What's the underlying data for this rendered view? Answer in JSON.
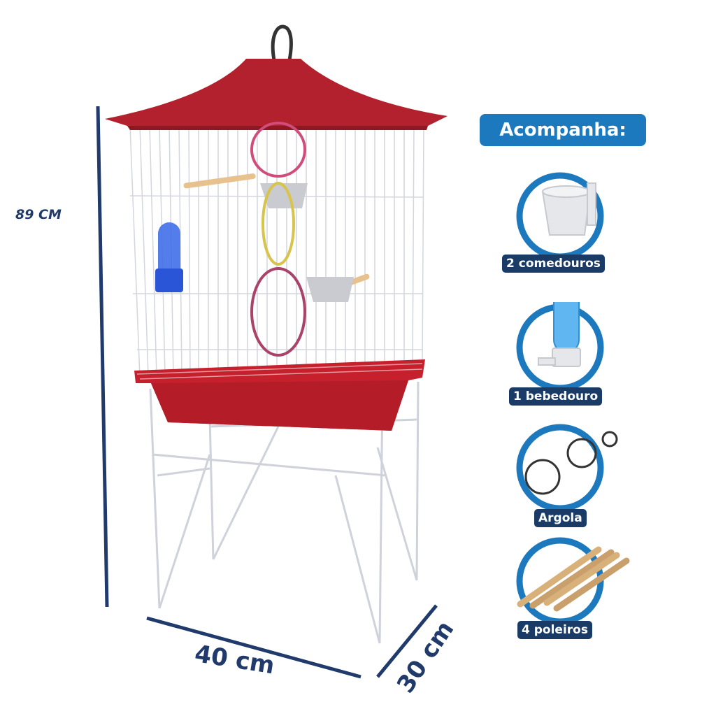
{
  "dimensions": {
    "height": "89 CM",
    "width": "40 cm",
    "depth": "30 cm"
  },
  "accessories": {
    "title": "Acompanha:",
    "items": [
      {
        "label": "2 comedouros",
        "icon": "feeder-cup-icon"
      },
      {
        "label": "1 bebedouro",
        "icon": "water-bottle-icon"
      },
      {
        "label": "Argola",
        "icon": "ring-icon"
      },
      {
        "label": "4 poleiros",
        "icon": "perch-icon"
      }
    ]
  },
  "colors": {
    "roof": "#b3202e",
    "tray": "#c7202d",
    "wire": "#d9dbe3",
    "dimension_line": "#1f3a6b",
    "accent_blue": "#1d79bd",
    "label_navy": "#1a3b66"
  }
}
